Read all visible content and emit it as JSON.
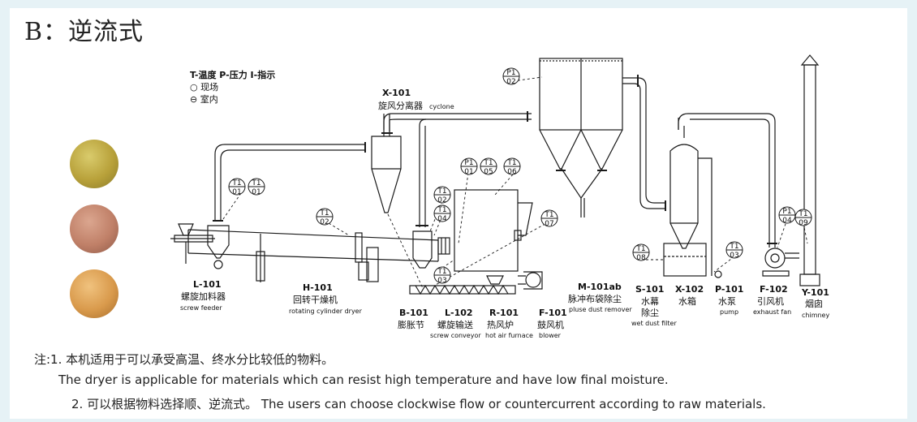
{
  "title": "B：逆流式",
  "legend": {
    "title": "T-温度 P-压力 I-指示",
    "local": "现场",
    "room": "室内"
  },
  "colors": {
    "line": "#1a1a1a",
    "frame_bg": "#e6f2f6",
    "sample_yellow": "#c9b44a",
    "sample_red": "#c48b73",
    "sample_orange": "#e0a85c"
  },
  "instruments": [
    {
      "top": "T1",
      "bottom": "01"
    },
    {
      "top": "T1",
      "bottom": "01"
    },
    {
      "top": "T1",
      "bottom": "02"
    },
    {
      "top": "T1",
      "bottom": "02"
    },
    {
      "top": "T1",
      "bottom": "04"
    },
    {
      "top": "T1",
      "bottom": "03"
    },
    {
      "top": "P1",
      "bottom": "01"
    },
    {
      "top": "T1",
      "bottom": "05"
    },
    {
      "top": "T1",
      "bottom": "06"
    },
    {
      "top": "T1",
      "bottom": "07"
    },
    {
      "top": "P1",
      "bottom": "02"
    },
    {
      "top": "T1",
      "bottom": "08"
    },
    {
      "top": "T1",
      "bottom": "03"
    },
    {
      "top": "P1",
      "bottom": "04"
    },
    {
      "top": "T1",
      "bottom": "09"
    }
  ],
  "equipment": {
    "x101": {
      "code": "X-101",
      "cn": "旋风分离器",
      "en": "cyclone"
    },
    "l101": {
      "code": "L-101",
      "cn": "螺旋加料器",
      "en": "screw feeder"
    },
    "h101": {
      "code": "H-101",
      "cn": "回转干燥机",
      "en": "rotating cylinder dryer"
    },
    "b101": {
      "code": "B-101",
      "cn": "膨胀节",
      "en": ""
    },
    "l102": {
      "code": "L-102",
      "cn": "螺旋输送",
      "en": "screw conveyor"
    },
    "r101": {
      "code": "R-101",
      "cn": "热风炉",
      "en": "hot air furnace"
    },
    "f101": {
      "code": "F-101",
      "cn": "鼓风机",
      "en": "blower"
    },
    "m101": {
      "code": "M-101ab",
      "cn": "脉冲布袋除尘",
      "en": "pluse dust remover"
    },
    "s101": {
      "code": "S-101",
      "cn": "水幕",
      "cn2": "除尘",
      "en": "wet dust filter"
    },
    "x102": {
      "code": "X-102",
      "cn": "水箱",
      "en": ""
    },
    "p101": {
      "code": "P-101",
      "cn": "水泵",
      "en": "pump"
    },
    "f102": {
      "code": "F-102",
      "cn": "引风机",
      "en": "exhaust fan"
    },
    "y101": {
      "code": "Y-101",
      "cn": "烟囱",
      "en": "chimney"
    }
  },
  "notes": {
    "line1": "注:1. 本机适用于可以承受高温、终水分比较低的物料。",
    "line2": "The dryer is applicable for materials which can resist high temperature and have low final moisture.",
    "line3": "2. 可以根据物料选择顺、逆流式。   The users can choose clockwise flow or countercurrent  according to raw materials."
  }
}
